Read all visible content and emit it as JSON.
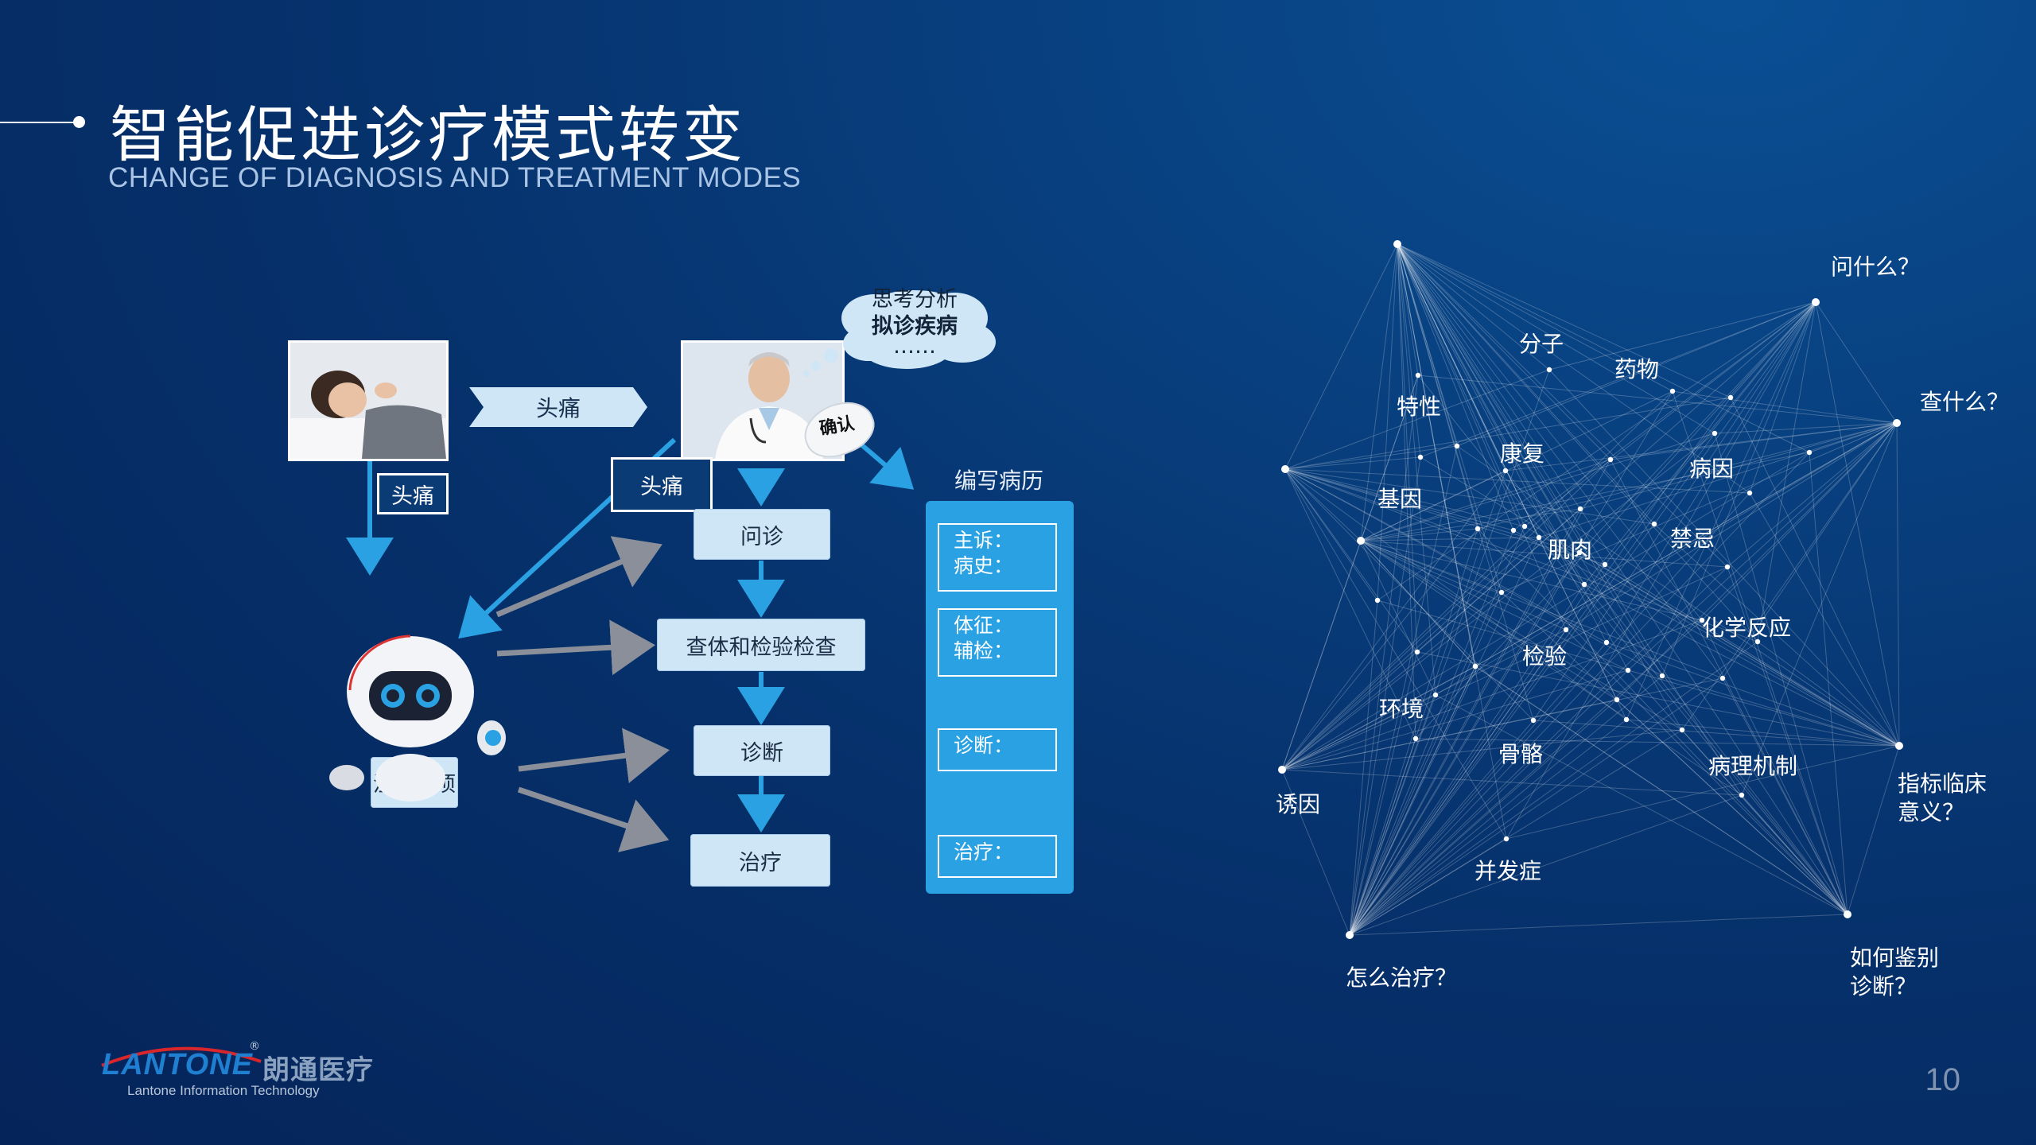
{
  "title": "智能促进诊疗模式转变",
  "subtitle": "CHANGE OF DIAGNOSIS AND TREATMENT MODES",
  "page_number": "10",
  "logo": {
    "brand": "LANTONE",
    "cn": "朗通医疗",
    "tagline": "Lantone Information Technology",
    "registered": "®"
  },
  "flow": {
    "patient_tag": "头痛",
    "chevron_text": "头痛",
    "doctor_tag": "头痛",
    "confirm": "确认",
    "thought_line1": "思考分析",
    "thought_line2": "拟诊疾病",
    "thought_line3": "……",
    "steps": [
      "问诊",
      "查体和检验检查",
      "诊断",
      "治疗"
    ],
    "robot_card": "注意事项",
    "record_title": "编写病历",
    "record_fields": {
      "f1a": "主诉：",
      "f1b": "病史：",
      "f2a": "体征：",
      "f2b": "辅检：",
      "f3": "诊断：",
      "f4": "治疗："
    }
  },
  "network": {
    "outer_labels": {
      "wenshenme": "问什么？",
      "chashenme": "查什么？",
      "zhibiao1": "指标临床",
      "zhibiao2": "意义？",
      "jianbie1": "如何鉴别",
      "jianbie2": "诊断？",
      "zhiliao": "怎么治疗？",
      "youyin": "诱因"
    },
    "inner_labels": {
      "fenzi": "分子",
      "yaowu": "药物",
      "texing": "特性",
      "kangfu": "康复",
      "bingyin": "病因",
      "jiyin": "基因",
      "jirou": "肌肉",
      "jinji": "禁忌",
      "huaxue": "化学反应",
      "jianyan": "检验",
      "huanjing": "环境",
      "guge": "骨骼",
      "bingli": "病理机制",
      "bingfa": "并发症"
    }
  },
  "colors": {
    "accent_blue": "#2aa1e2",
    "pill_bg": "#cfe6f6",
    "arrow_gray": "#8a8f99",
    "bg_dark": "#05245a"
  }
}
